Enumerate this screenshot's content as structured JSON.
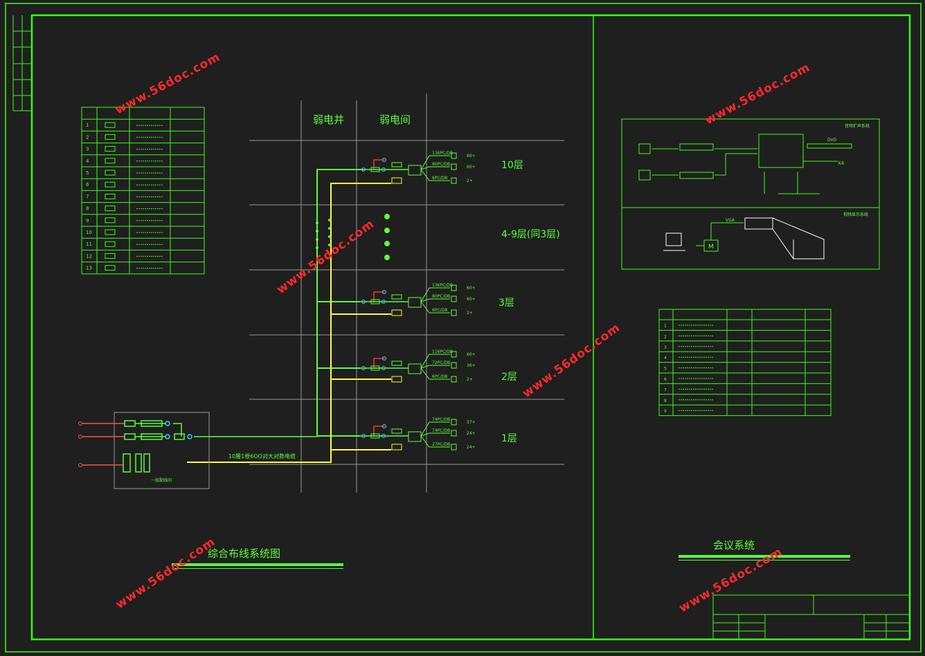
{
  "drawing": {
    "left_title": "综合布线系统图",
    "right_title": "会议系统",
    "column_headers": [
      "弱电井",
      "弱电间"
    ],
    "floors": [
      "10层",
      "4-9层(同3层)",
      "3层",
      "2层",
      "1层"
    ],
    "trunk_label": "10層1根6OO对大对数电缆",
    "entry_box_label": "一层配线间",
    "audio_title": "音频扩声系统",
    "video_title": "视频显示系统",
    "vga_label": "VGA",
    "m_label": "M",
    "x4_label": "X4",
    "dvd_label": "DVD",
    "floor_branches": [
      {
        "a": "136PC/DB",
        "b": "80PC/DB",
        "c": "6PC/DB",
        "n1": "60+",
        "n2": "60+",
        "n3": "2+"
      },
      {
        "a": "136PC/DB",
        "b": "80PC/DB",
        "c": "6PC/DB",
        "n1": "60+",
        "n2": "60+",
        "n3": "2+"
      },
      {
        "a": "116PC/DB",
        "b": "72PC/DB",
        "c": "6PC/DB",
        "n1": "60+",
        "n2": "36+",
        "n3": "2+"
      },
      {
        "a": "74PC/DB",
        "b": "74PC/DB",
        "c": "27PC/DB",
        "n1": "37+",
        "n2": "24+",
        "n3": "24+"
      }
    ],
    "legend_rows": [
      "1",
      "2",
      "3",
      "4",
      "5",
      "6",
      "7",
      "8",
      "9",
      "10",
      "11",
      "12",
      "13"
    ],
    "conf_rows": [
      "1",
      "2",
      "3",
      "4",
      "5",
      "6",
      "7",
      "8",
      "9"
    ],
    "watermark": "www.56doc.com"
  }
}
